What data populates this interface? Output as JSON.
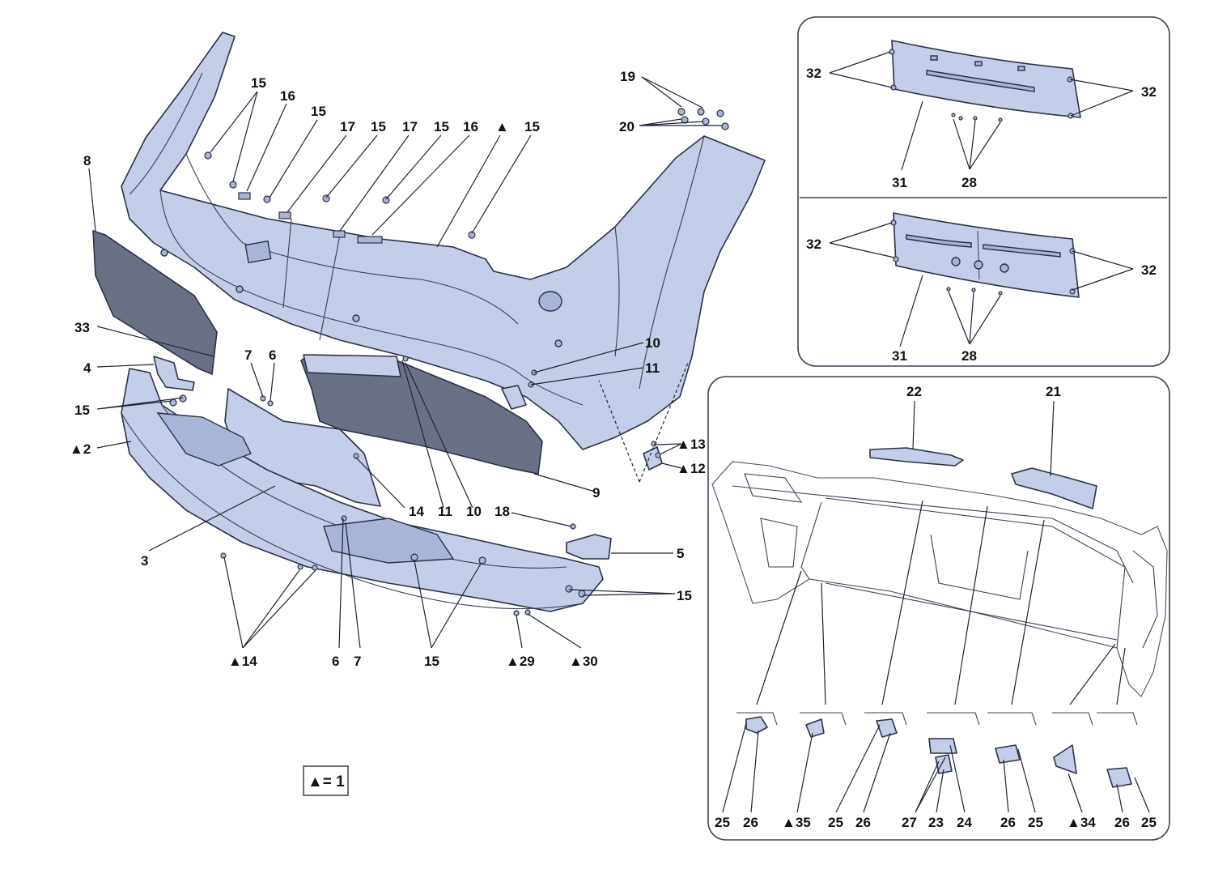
{
  "legend": {
    "text": "▲= 1"
  },
  "main_labels": [
    "15",
    "16",
    "15",
    "17",
    "15",
    "17",
    "15",
    "16",
    "▲",
    "15",
    "19",
    "20",
    "8",
    "33",
    "4",
    "15",
    "▲2",
    "3",
    "7",
    "6",
    "10",
    "11",
    "▲13",
    "▲12",
    "14",
    "11",
    "10",
    "9",
    "18",
    "5",
    "15",
    "▲14",
    "6",
    "7",
    "15",
    "▲29",
    "▲30"
  ],
  "top_inset": {
    "upper_labels": [
      "32",
      "32",
      "31",
      "28"
    ],
    "lower_labels": [
      "32",
      "32",
      "31",
      "28"
    ]
  },
  "bottom_inset": {
    "top_labels": [
      "22",
      "21"
    ],
    "bottom_labels": [
      "25",
      "26",
      "▲35",
      "25",
      "26",
      "27",
      "23",
      "24",
      "26",
      "25",
      "▲34",
      "26",
      "25"
    ]
  }
}
